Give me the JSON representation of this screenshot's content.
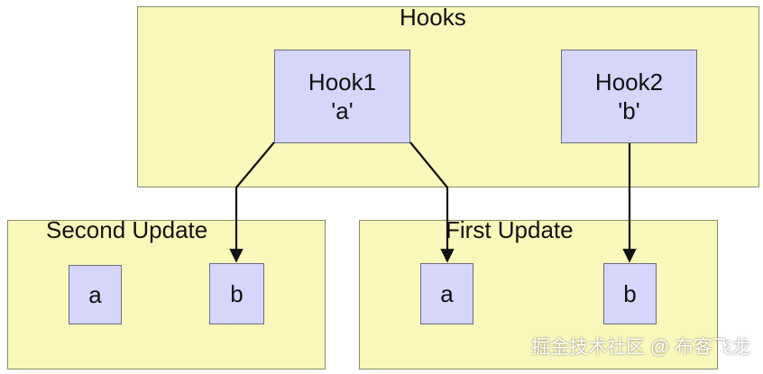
{
  "groups": {
    "hooks": {
      "title": "Hooks"
    },
    "second_update": {
      "title": "Second Update"
    },
    "first_update": {
      "title": "First Update"
    }
  },
  "nodes": {
    "hook1": {
      "name": "Hook1",
      "value": "'a'"
    },
    "hook2": {
      "name": "Hook2",
      "value": "'b'"
    },
    "second_a": {
      "label": "a"
    },
    "second_b": {
      "label": "b"
    },
    "first_a": {
      "label": "a"
    },
    "first_b": {
      "label": "b"
    }
  },
  "edges": [
    {
      "from": "Hook1",
      "to": "Second Update b"
    },
    {
      "from": "Hook1",
      "to": "First Update a"
    },
    {
      "from": "Hook2",
      "to": "First Update b"
    }
  ],
  "colors": {
    "group_fill": "#f9f7b9",
    "group_border": "#8c8c6a",
    "node_fill": "#d6d6fa",
    "node_border": "#6b6b8a",
    "arrow": "#111111"
  },
  "watermark": "掘金技术社区 @ 布客飞龙"
}
